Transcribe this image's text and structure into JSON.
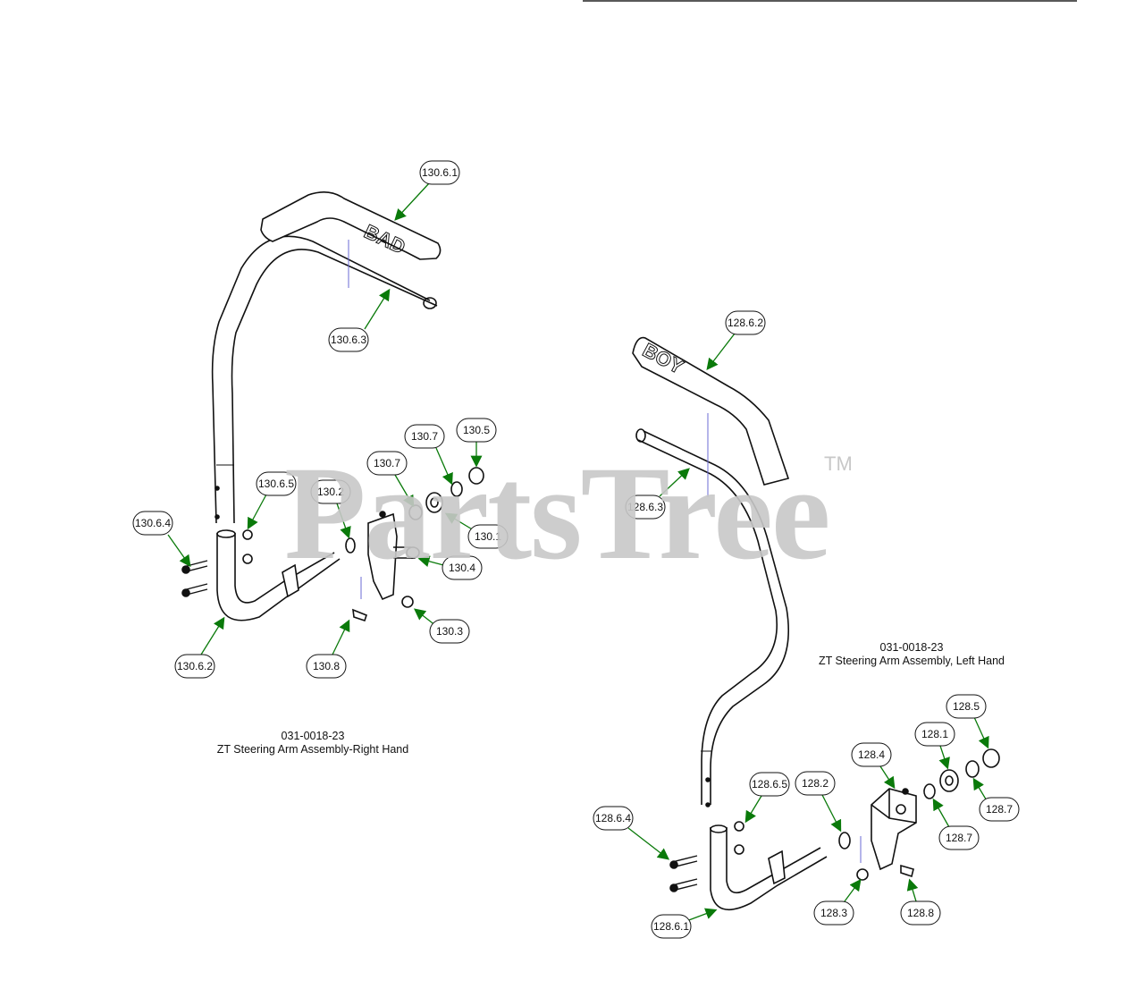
{
  "watermark": {
    "text": "PartsTree",
    "mark": "TM"
  },
  "right_hand": {
    "part_number": "031-0018-23",
    "title": "ZT Steering Arm Assembly-Right Hand",
    "grip_text": "BAD",
    "callouts": [
      "130.6.1",
      "130.6.3",
      "130.6.5",
      "130.6.4",
      "130.2",
      "130.7",
      "130.7",
      "130.5",
      "130.1",
      "130.4",
      "130.3",
      "130.8",
      "130.6.2"
    ]
  },
  "left_hand": {
    "part_number": "031-0018-23",
    "title": "ZT Steering Arm Assembly, Left Hand",
    "grip_text": "BOY",
    "callouts": [
      "128.6.2",
      "128.6.3",
      "128.5",
      "128.1",
      "128.7",
      "128.7",
      "128.4",
      "128.2",
      "128.6.5",
      "128.6.4",
      "128.3",
      "128.8",
      "128.6.1"
    ]
  },
  "colors": {
    "arrow": "#0a7a0a",
    "line": "#111111",
    "guide": "#6b6bd6",
    "watermark": "#c8c8c8"
  }
}
